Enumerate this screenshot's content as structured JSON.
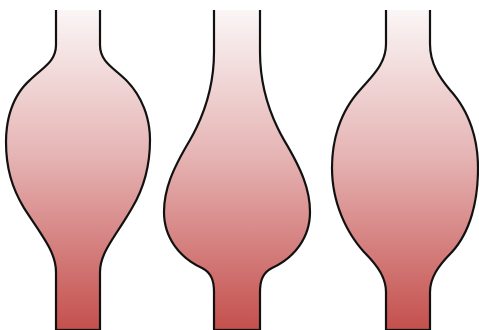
{
  "figure": {
    "description_colors": {
      "gradient_top": "#fbf6f6",
      "gradient_mid": "#e6b5b5",
      "gradient_bottom": "#c4504d",
      "outline": "#111111",
      "background": "#ffffff"
    },
    "shapes": [
      {
        "name": "vase-shape-bulge-upper"
      },
      {
        "name": "vase-shape-bulge-lower"
      },
      {
        "name": "vase-shape-bulge-middle"
      }
    ]
  }
}
